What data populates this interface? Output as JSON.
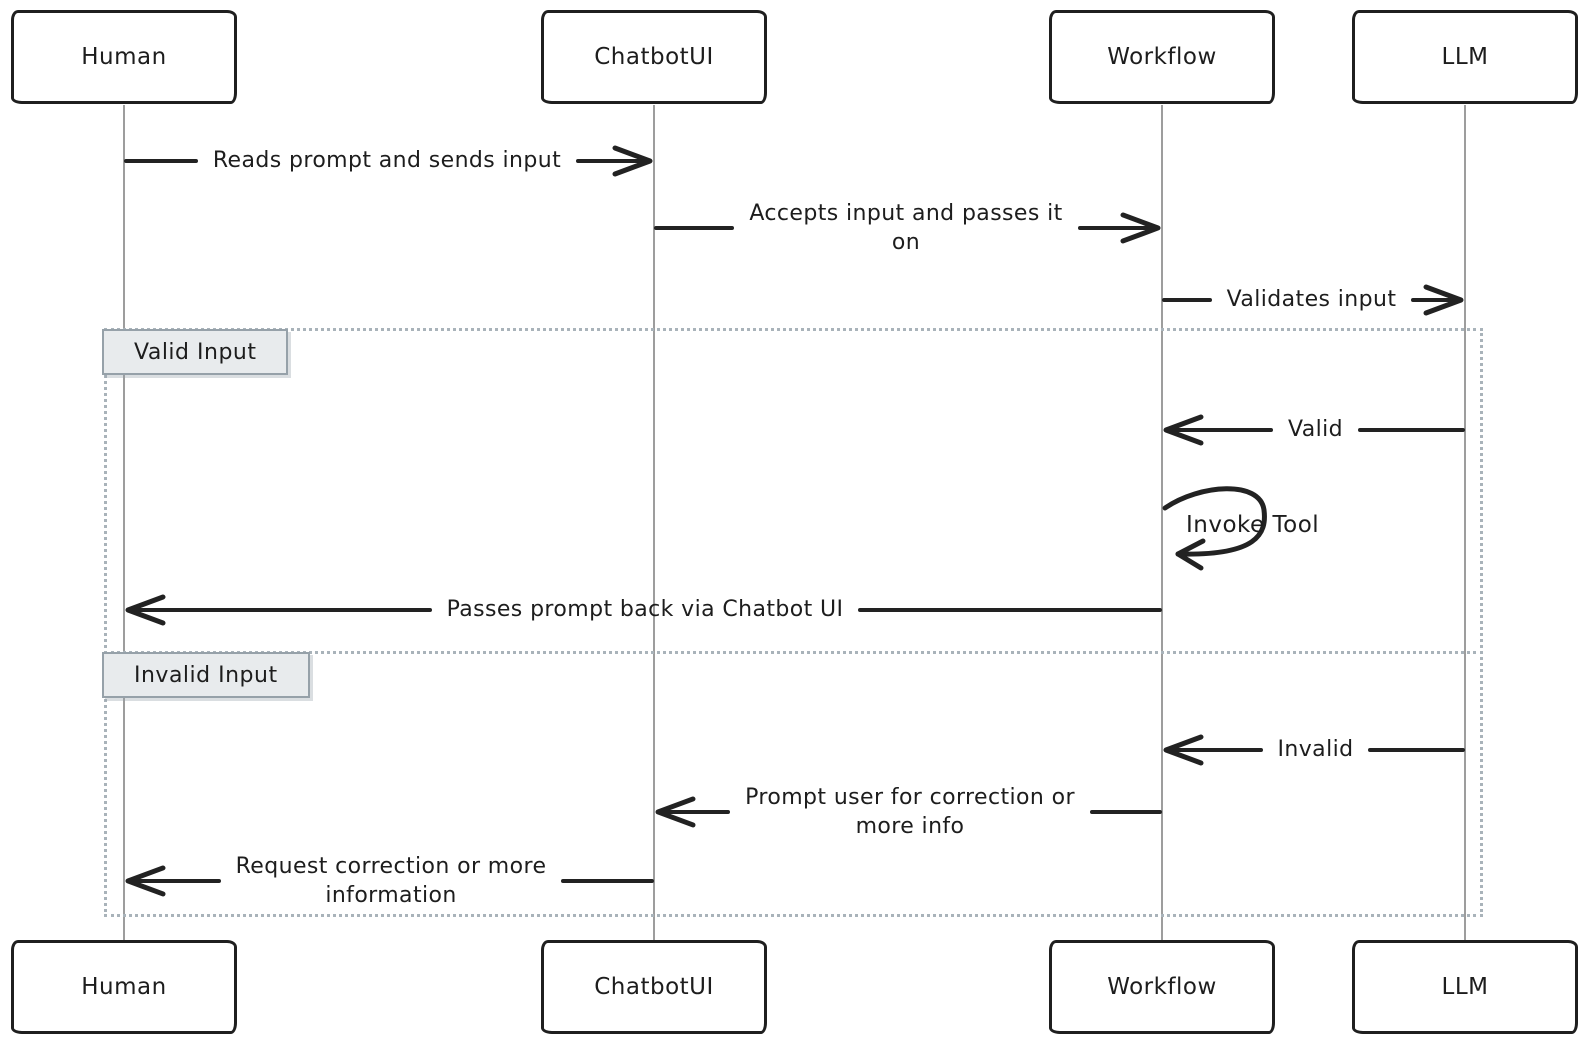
{
  "diagram": {
    "type": "sequence-diagram",
    "style": "hand-drawn",
    "colors": {
      "background": "#ffffff",
      "stroke": "#222222",
      "lifeline": "#9d9d9d",
      "frame_dotted_border": "#a9b3ba",
      "section_label_bg": "#e8ebed",
      "section_label_border": "#96a1a9",
      "text": "#1d1d1d"
    },
    "actors": [
      {
        "id": "human",
        "label": "Human"
      },
      {
        "id": "chatbotui",
        "label": "ChatbotUI"
      },
      {
        "id": "workflow",
        "label": "Workflow"
      },
      {
        "id": "llm",
        "label": "LLM"
      }
    ],
    "sections": [
      {
        "label": "Valid Input"
      },
      {
        "label": "Invalid Input"
      }
    ],
    "messages": [
      {
        "label": "Reads prompt and sends input",
        "from": "Human",
        "to": "ChatbotUI",
        "direction": "right",
        "section": null
      },
      {
        "label": "Accepts input and passes it\non",
        "from": "ChatbotUI",
        "to": "Workflow",
        "direction": "right",
        "section": null
      },
      {
        "label": "Validates input",
        "from": "Workflow",
        "to": "LLM",
        "direction": "right",
        "section": null
      },
      {
        "label": "Valid",
        "from": "LLM",
        "to": "Workflow",
        "direction": "left",
        "section": "Valid Input"
      },
      {
        "label": "Invoke Tool",
        "from": "Workflow",
        "to": "Workflow",
        "direction": "self",
        "section": "Valid Input"
      },
      {
        "label": "Passes prompt back via Chatbot UI",
        "from": "Workflow",
        "to": "Human",
        "direction": "left",
        "section": "Valid Input"
      },
      {
        "label": "Invalid",
        "from": "LLM",
        "to": "Workflow",
        "direction": "left",
        "section": "Invalid Input"
      },
      {
        "label": "Prompt user for correction or\nmore info",
        "from": "Workflow",
        "to": "ChatbotUI",
        "direction": "left",
        "section": "Invalid Input"
      },
      {
        "label": "Request correction or more\ninformation",
        "from": "ChatbotUI",
        "to": "Human",
        "direction": "left",
        "section": "Invalid Input"
      }
    ]
  }
}
